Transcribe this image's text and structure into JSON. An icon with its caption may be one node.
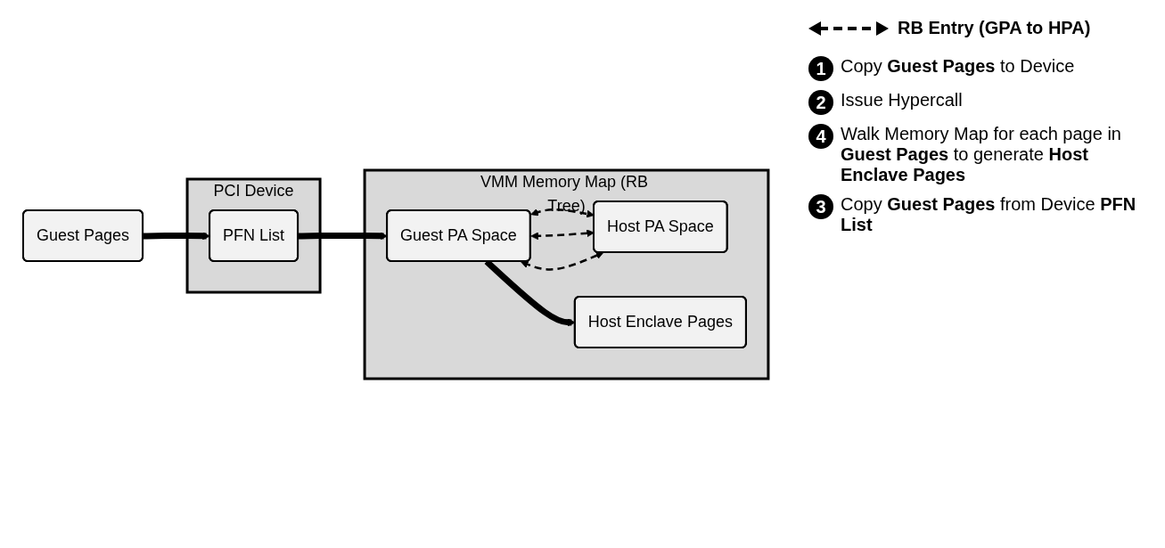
{
  "diagram": {
    "nodes": [
      {
        "text": [
          "VMM Memory Map (RB Tree)"
        ]
      },
      {
        "text": [
          "Guest PA Space"
        ],
        "in": 0
      },
      {
        "text": [
          "Host PA Space"
        ],
        "in": 0
      },
      {
        "text": [
          "Host Enclave Pages"
        ],
        "in": 0
      },
      {
        "text": [
          "Guest Pages"
        ]
      },
      {
        "text": [
          "PCI Device"
        ]
      },
      {
        "text": [
          "PFN List"
        ],
        "in": 5
      }
    ],
    "edges": [
      {
        "from": 1,
        "to": 2,
        "arrow": "both",
        "style": "dashed"
      },
      {
        "from": 1,
        "to": 2,
        "arrow": "both",
        "style": "dashed"
      },
      {
        "from": 1,
        "to": 2,
        "arrow": "both",
        "style": "dashed"
      },
      {
        "from": 1,
        "to": 3,
        "arrow": "to",
        "style": "thick"
      },
      {
        "from": 4,
        "to": 6,
        "arrow": "to",
        "style": "thick"
      },
      {
        "from": 6,
        "to": 1,
        "arrow": "to",
        "style": "thick"
      }
    ],
    "labels": [
      "1",
      "Copy **Guest Pages** to Device",
      "2",
      "Issue Hypercall",
      "4",
      "Walk Memory Map for each page in **Guest Pages** to generate **Host Enclave Pages**",
      "3",
      "Copy **Guest Pages** from Device **PFN List**"
    ],
    "legend": [
      {
        "text": "RB Entry (GPA to HPA)"
      }
    ]
  }
}
